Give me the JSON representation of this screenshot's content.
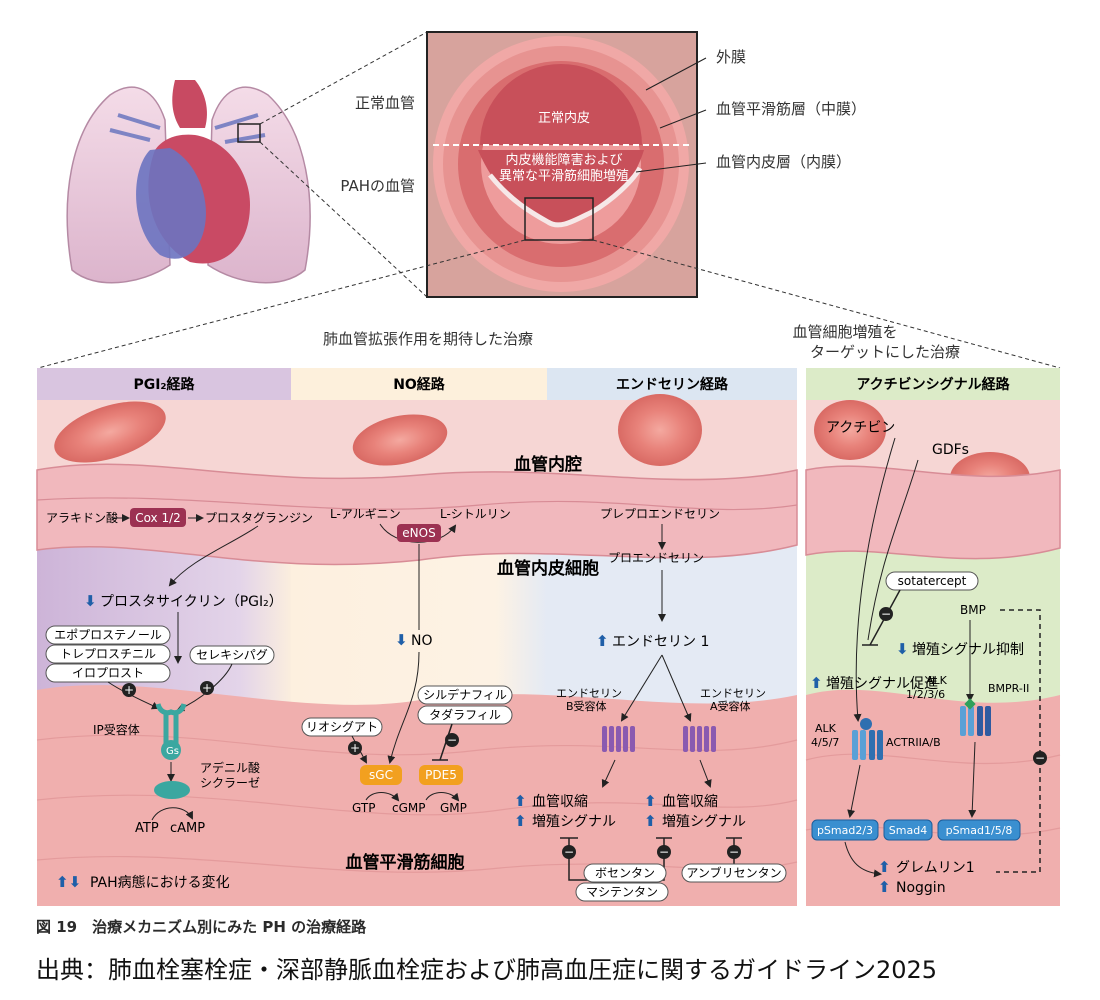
{
  "top": {
    "normal_vessel": "正常血管",
    "pah_vessel": "PAHの血管",
    "adventitia": "外膜",
    "media": "血管平滑筋層（中膜）",
    "intima": "血管内皮層（内膜）",
    "normal_endothelium": "正常内皮",
    "dysfunction_line1": "内皮機能障害および",
    "dysfunction_line2": "異常な平滑筋細胞増殖",
    "vasodilation_label": "肺血管拡張作用を期待した治療",
    "proliferation_label_line1": "血管細胞増殖を",
    "proliferation_label_line2": "ターゲットにした治療"
  },
  "headers": {
    "pgi2": "PGI₂経路",
    "no": "NO経路",
    "endothelin": "エンドセリン経路",
    "activin": "アクチビンシグナル経路"
  },
  "layers": {
    "lumen": "血管内腔",
    "endothelial_cell": "血管内皮細胞",
    "smooth_muscle": "血管平滑筋細胞"
  },
  "pgi2": {
    "arachidonic_acid": "アラキドン酸",
    "cox": "Cox 1/2",
    "prostaglandin": "プロスタグランジン",
    "prostacyclin": "プロスタサイクリン（PGI₂）",
    "drug_epoprostenol": "エポプロステノール",
    "drug_treprostinil": "トレプロスチニル",
    "drug_iloprost": "イロプロスト",
    "drug_selexipag": "セレキシパグ",
    "ip_receptor": "IP受容体",
    "gs": "Gs",
    "adenylate_line1": "アデニル酸",
    "adenylate_line2": "シクラーゼ",
    "atp": "ATP",
    "camp": "cAMP",
    "legend": "PAH病態における変化"
  },
  "no": {
    "l_arginine": "L-アルギニン",
    "l_citrulline": "L-シトルリン",
    "enos": "eNOS",
    "no": "NO",
    "riociguat": "リオシグアト",
    "sildenafil": "シルデナフィル",
    "tadalafil": "タダラフィル",
    "sgc": "sGC",
    "pde5": "PDE5",
    "gtp": "GTP",
    "cgmp": "cGMP",
    "gmp": "GMP"
  },
  "endothelin": {
    "preproendothelin": "プレプロエンドセリン",
    "proendothelin": "プロエンドセリン",
    "endothelin1": "エンドセリン 1",
    "receptor_b_line1": "エンドセリン",
    "receptor_b_line2": "B受容体",
    "receptor_a_line1": "エンドセリン",
    "receptor_a_line2": "A受容体",
    "vasoconstriction": "血管収縮",
    "proliferation_signal": "増殖シグナル",
    "bosentan": "ボセンタン",
    "macitentan": "マシテンタン",
    "ambrisentan": "アンブリセンタン"
  },
  "activin": {
    "activin": "アクチビン",
    "gdfs": "GDFs",
    "sotatercept": "sotatercept",
    "bmp": "BMP",
    "suppress": "増殖シグナル抑制",
    "promote": "増殖シグナル促進",
    "alk457_line1": "ALK",
    "alk457_line2": "4/5/7",
    "actriia": "ACTRIIA/B",
    "alk1236_line1": "ALK",
    "alk1236_line2": "1/2/3/6",
    "bmpr2": "BMPR-II",
    "psmad23": "pSmad2/3",
    "smad4": "Smad4",
    "psmad158": "pSmad1/5/8",
    "gremlin": "グレムリン1",
    "noggin": "Noggin"
  },
  "caption": "図 19　治療メカニズム別にみた PH の治療経路",
  "source": "出典：肺血栓塞栓症・深部静脈血栓症および肺高血圧症に関するガイドライン2025",
  "colors": {
    "arrow_blue": "#1f5fa8",
    "pgi2_header": "#d9c5e0",
    "no_header": "#fdf0dc",
    "endothelin_header": "#dce6f2",
    "activin_header": "#dcebc8"
  }
}
